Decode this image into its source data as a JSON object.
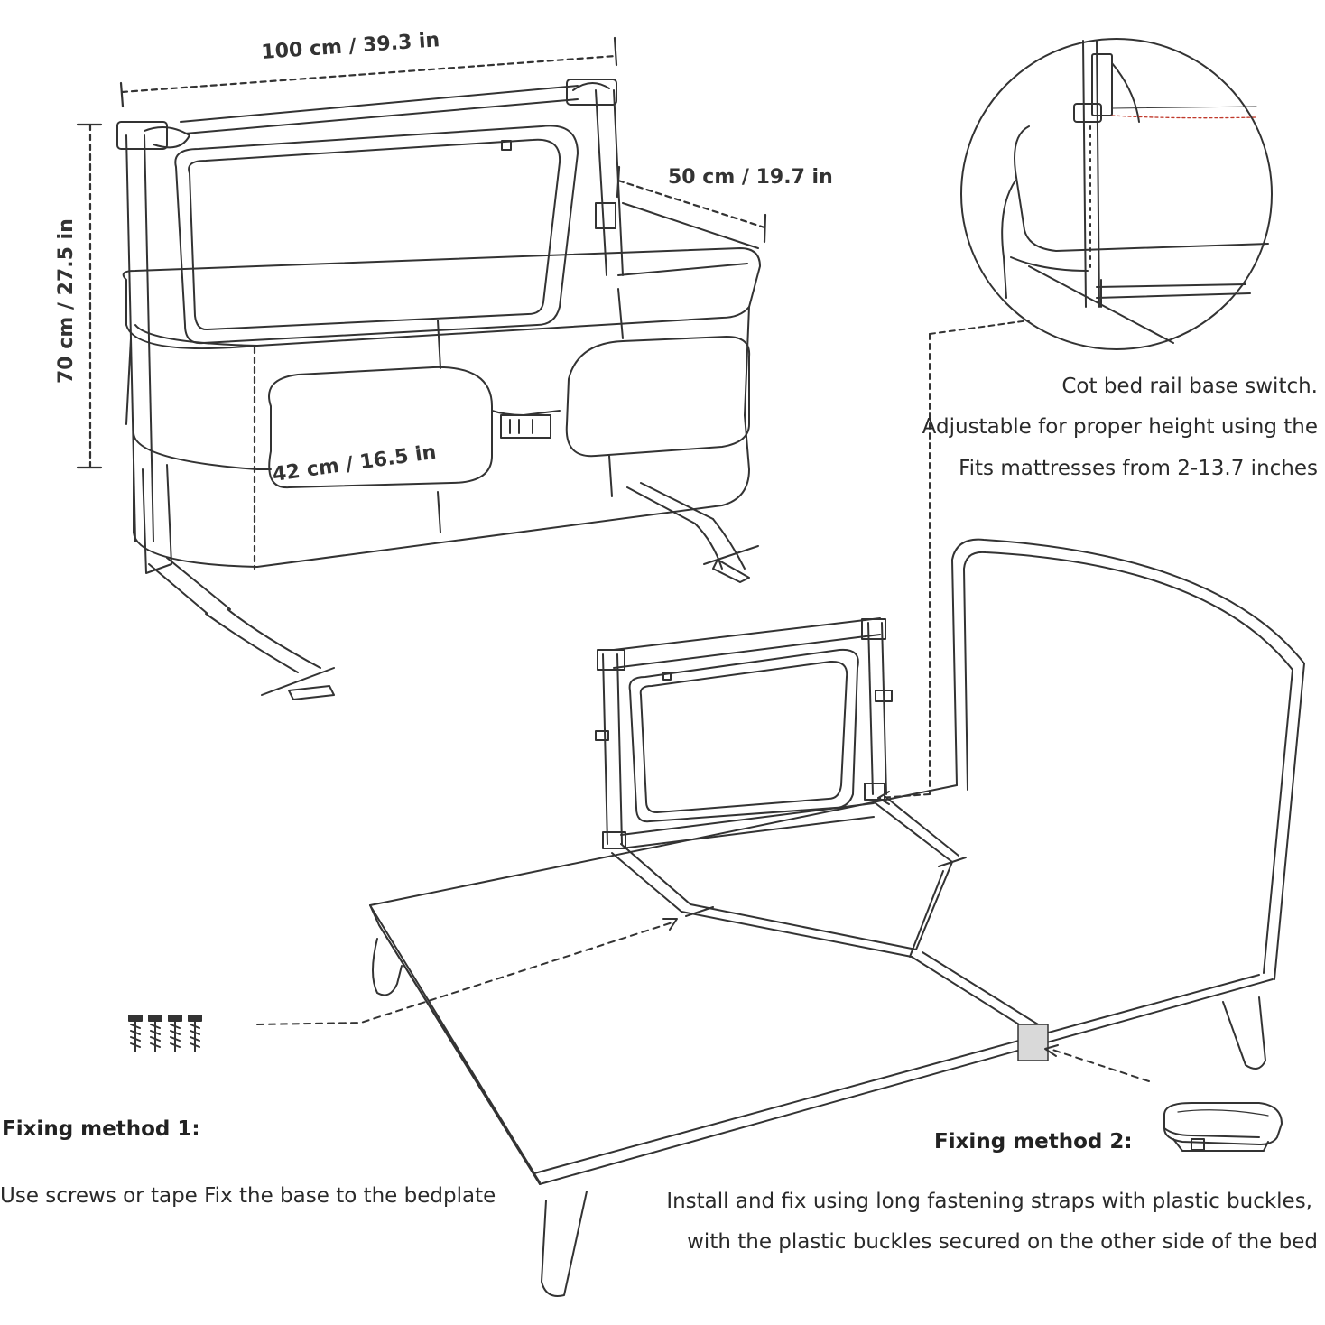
{
  "dimensions": {
    "width": "100 cm / 39.3 in",
    "depth": "50 cm / 19.7 in",
    "height": "70 cm / 27.5 in",
    "inner_height": "42 cm / 16.5 in"
  },
  "detail": {
    "line1": "Cot bed rail base switch.",
    "line2": "Adjustable for proper height using the",
    "line3": "Fits mattresses from 2-13.7 inches"
  },
  "method1": {
    "title": "Fixing method 1:",
    "desc": "Use screws or tape Fix the base to the bedplate"
  },
  "method2": {
    "title": "Fixing method 2:",
    "desc_line1": "Install and fix using long fastening straps with plastic buckles,",
    "desc_line2": "with the plastic buckles secured on the other side of the bed"
  },
  "colors": {
    "line": "#333333",
    "accent": "#c0392b",
    "patch": "#d9d9d9"
  }
}
